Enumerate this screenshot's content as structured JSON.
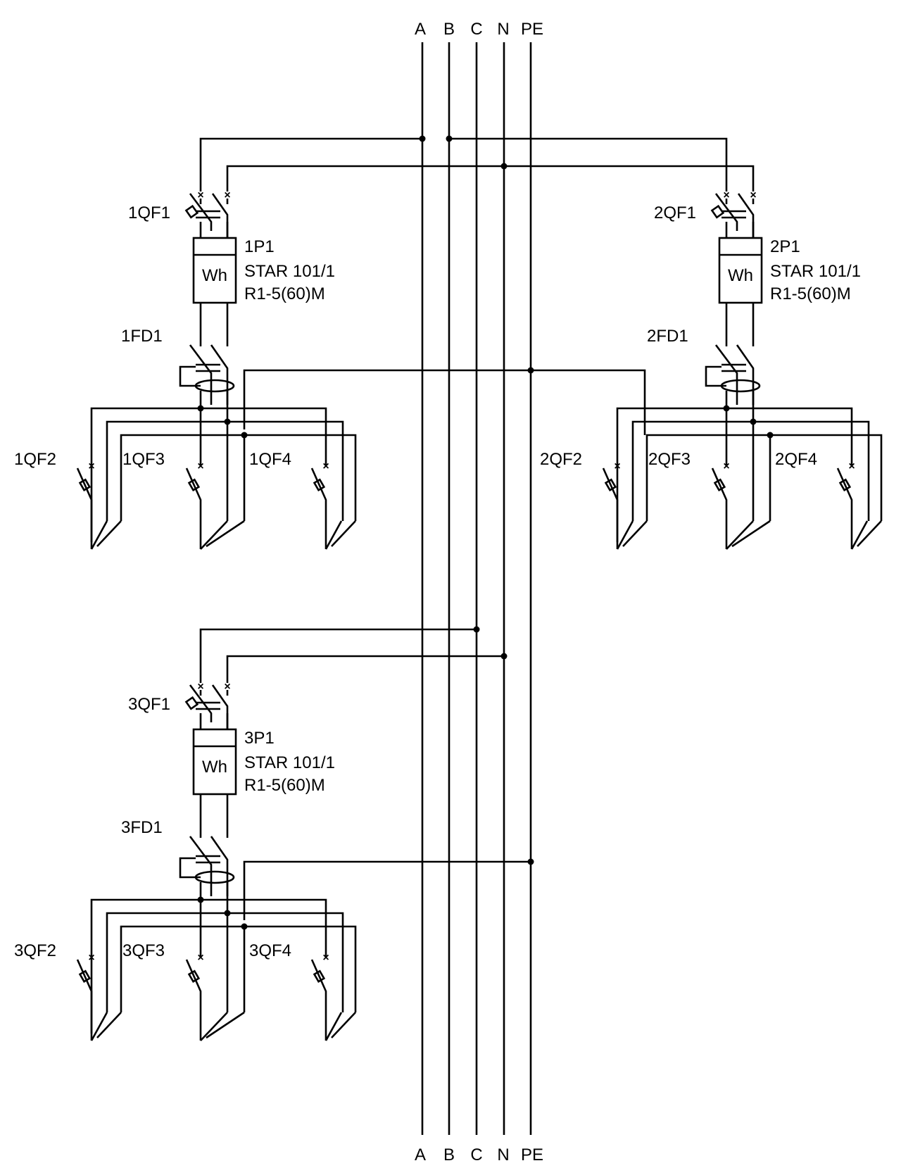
{
  "bus": {
    "labels": [
      "A",
      "B",
      "C",
      "N",
      "PE"
    ]
  },
  "groups": [
    {
      "main_breaker": "1QF1",
      "meter": {
        "id": "1P1",
        "symbol": "Wh",
        "model": "STAR 101/1",
        "rating": "R1-5(60)M"
      },
      "rcd": "1FD1",
      "branches": [
        "1QF2",
        "1QF3",
        "1QF4"
      ]
    },
    {
      "main_breaker": "2QF1",
      "meter": {
        "id": "2P1",
        "symbol": "Wh",
        "model": "STAR 101/1",
        "rating": "R1-5(60)M"
      },
      "rcd": "2FD1",
      "branches": [
        "2QF2",
        "2QF3",
        "2QF4"
      ]
    },
    {
      "main_breaker": "3QF1",
      "meter": {
        "id": "3P1",
        "symbol": "Wh",
        "model": "STAR 101/1",
        "rating": "R1-5(60)M"
      },
      "rcd": "3FD1",
      "branches": [
        "3QF2",
        "3QF3",
        "3QF4"
      ]
    }
  ],
  "terminal_mark": "×"
}
